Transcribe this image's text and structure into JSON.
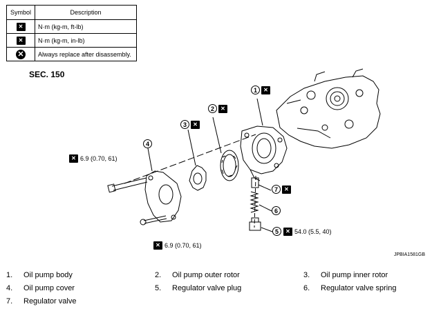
{
  "legend": {
    "header_symbol": "Symbol",
    "header_description": "Description",
    "rows": [
      {
        "icon": "torque-wrench-icon",
        "description": "N·m (kg-m, ft-lb)"
      },
      {
        "icon": "torque-wrench-small-icon",
        "description": "N·m (kg-m, in-lb)"
      },
      {
        "icon": "replace-x-icon",
        "description": "Always replace after disassembly."
      }
    ]
  },
  "section": "SEC. 150",
  "torques": {
    "bolt_upper": "6.9 (0.70, 61)",
    "bolt_lower": "6.9 (0.70, 61)",
    "plug": "54.0 (5.5, 40)"
  },
  "callouts": [
    "1",
    "2",
    "3",
    "4",
    "5",
    "6",
    "7"
  ],
  "figure_id": "JPBIA1581GB",
  "parts": [
    {
      "num": "1.",
      "name": "Oil pump body"
    },
    {
      "num": "2.",
      "name": "Oil pump outer rotor"
    },
    {
      "num": "3.",
      "name": "Oil pump inner rotor"
    },
    {
      "num": "4.",
      "name": "Oil pump cover"
    },
    {
      "num": "5.",
      "name": "Regulator valve plug"
    },
    {
      "num": "6.",
      "name": "Regulator valve spring"
    },
    {
      "num": "7.",
      "name": "Regulator valve"
    }
  ]
}
